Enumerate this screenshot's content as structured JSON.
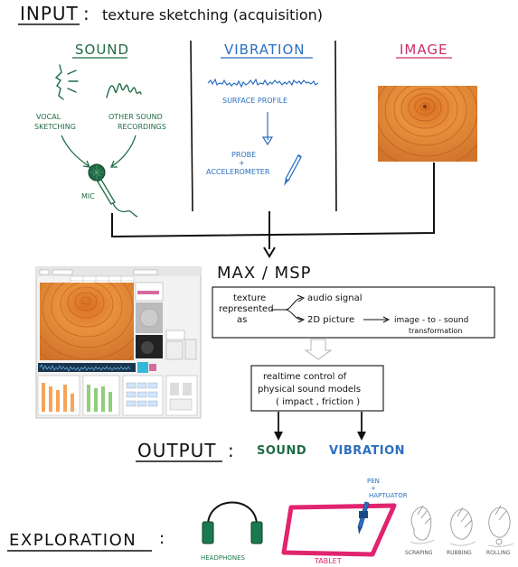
{
  "header": {
    "title_word": "INPUT",
    "title_colon": ":",
    "title_rest": "texture sketching (acquisition)"
  },
  "columns": {
    "sound": {
      "label": "SOUND",
      "vocal_line1": "VOCAL",
      "vocal_line2": "SKETCHING",
      "other_line1": "OTHER SOUND",
      "other_line2": "RECORDINGS",
      "mic": "MIC"
    },
    "vibration": {
      "label": "VIBRATION",
      "surface_profile": "SURFACE PROFILE",
      "probe_line1": "PROBE",
      "probe_line2": "+",
      "probe_line3": "ACCELEROMETER"
    },
    "image": {
      "label": "IMAGE"
    }
  },
  "maxmsp": {
    "title": "MAX / MSP",
    "texture_line1": "texture",
    "texture_line2": "represented",
    "texture_line3": "as",
    "audio_signal": "audio signal",
    "picture_2d": "2D picture",
    "image_to_sound_line1": "image - to - sound",
    "image_to_sound_line2": "transformation",
    "control_line1": "realtime control of",
    "control_line2": "physical sound models",
    "control_line3": "( impact , friction )"
  },
  "output": {
    "label": "OUTPUT",
    "colon": ":",
    "sound": "SOUND",
    "vibration": "VIBRATION"
  },
  "exploration": {
    "label": "EXPLORATION",
    "colon": ":",
    "headphones": "HEADPHONES",
    "tablet": "TABLET",
    "pen_line1": "PEN",
    "pen_line2": "+",
    "pen_line3": "HAPTUATOR",
    "scraping": "SCRAPING",
    "rubbing": "RUBBING",
    "rolling": "ROLLING"
  },
  "colors": {
    "ink": "#111111",
    "sound_green": "#1f6b45",
    "vibration_blue": "#2a6fc0",
    "image_pink": "#cc2f6b",
    "wood_orange": "#e0873a",
    "tablet_magenta": "#e0246e",
    "headphone_green": "#1b7a4d"
  }
}
